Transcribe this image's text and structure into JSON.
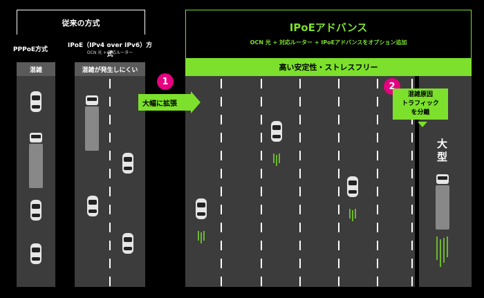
{
  "legacy": {
    "header": "従来の方式",
    "pppoe": {
      "title": "PPPoE方式",
      "lane_label": "混雑"
    },
    "ipoe": {
      "title": "IPoE（IPv4 over IPv6）方式",
      "subtitle": "OCN 光 + 対応ルーター",
      "lane_label": "混雑が発生しにくい"
    }
  },
  "advance": {
    "title": "IPoEアドバンス",
    "subtitle": "OCN 光 + 対応ルーター + IPoEアドバンスをオプション追加",
    "bar": "高い安定性・ストレスフリー",
    "big_lane_label": "大型"
  },
  "steps": [
    {
      "number": "1",
      "text": "大幅に拡張"
    },
    {
      "number": "2",
      "lines": [
        "混雑原因",
        "トラフィック",
        "を分離"
      ]
    }
  ],
  "colors": {
    "accent": "#7ce02c",
    "badge": "#e4007f",
    "road": "#3c3c3c"
  },
  "icons": [
    "car-icon",
    "truck-icon",
    "speed-lines-icon"
  ]
}
